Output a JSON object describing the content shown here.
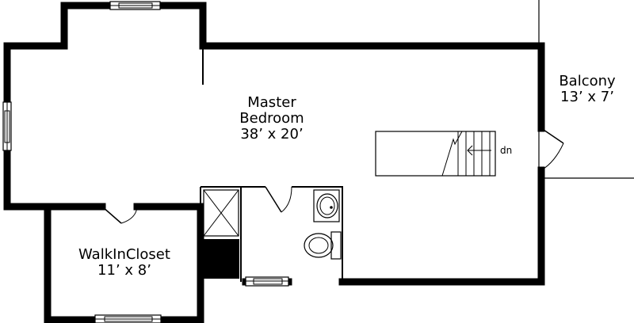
{
  "rooms": {
    "master_bedroom": {
      "name_line1": "Master",
      "name_line2": "Bedroom",
      "dimensions": "38’ x 20’"
    },
    "walk_in_closet": {
      "name": "WalkInCloset",
      "dimensions": "11’ x 8’"
    },
    "balcony": {
      "name": "Balcony",
      "dimensions": "13’ x 7’"
    }
  },
  "stairs": {
    "direction_label": "dn"
  }
}
